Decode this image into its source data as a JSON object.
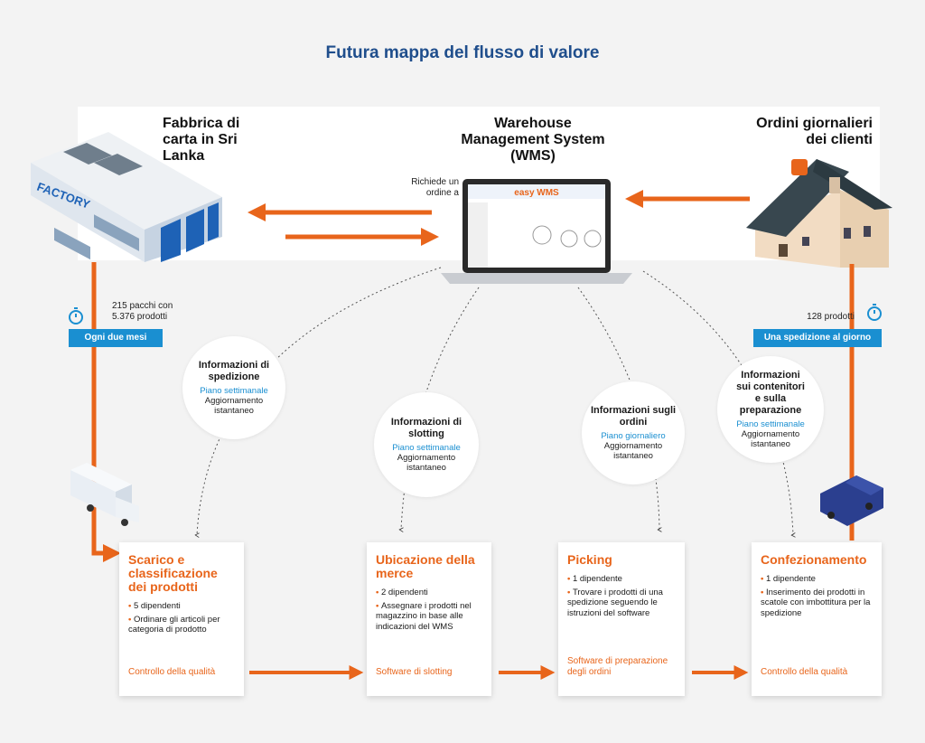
{
  "title": "Futura mappa del flusso di valore",
  "nodes": {
    "factory": {
      "title": "Fabbrica di carta in Sri Lanka",
      "sign": "FACTORY"
    },
    "wms": {
      "title": "Warehouse Management System (WMS)",
      "request": "Richiede un ordine a",
      "logo": "easy WMS"
    },
    "customers": {
      "title": "Ordini giornalieri dei clienti"
    }
  },
  "left_flow": {
    "info": "215 pacchi con 5.376 prodotti",
    "frequency": "Ogni due mesi"
  },
  "right_flow": {
    "info": "128 prodotti",
    "frequency": "Una spedizione al giorno"
  },
  "bubbles": [
    {
      "title": "Informazioni di spedizione",
      "plan": "Piano settimanale",
      "update": "Aggiornamento istantaneo"
    },
    {
      "title": "Informazioni di slotting",
      "plan": "Piano settimanale",
      "update": "Aggiornamento istantaneo"
    },
    {
      "title": "Informazioni sugli ordini",
      "plan": "Piano giornaliero",
      "update": "Aggiornamento istantaneo"
    },
    {
      "title": "Informazioni sui contenitori e sulla preparazione",
      "plan": "Piano settimanale",
      "update": "Aggiornamento istantaneo"
    }
  ],
  "steps": [
    {
      "title": "Scarico e classificazione dei prodotti",
      "bullets": [
        "5 dipendenti",
        "Ordinare gli articoli per categoria di prodotto"
      ],
      "footer": "Controllo della qualità"
    },
    {
      "title": "Ubicazione della merce",
      "bullets": [
        "2 dipendenti",
        "Assegnare i prodotti nel magazzino in base alle indicazioni del WMS"
      ],
      "footer": "Software di slotting"
    },
    {
      "title": "Picking",
      "bullets": [
        "1 dipendente",
        "Trovare i prodotti di una spedizione seguendo le istruzioni del software"
      ],
      "footer": "Software di preparazione degli ordini"
    },
    {
      "title": "Confezionamento",
      "bullets": [
        "1 dipendente",
        "Inserimento dei prodotti in scatole con imbottitura per la spedizione"
      ],
      "footer": "Controllo della qualità"
    }
  ],
  "colors": {
    "accent": "#e8651b",
    "blue": "#1a8fd1",
    "title": "#1f4e8c"
  }
}
